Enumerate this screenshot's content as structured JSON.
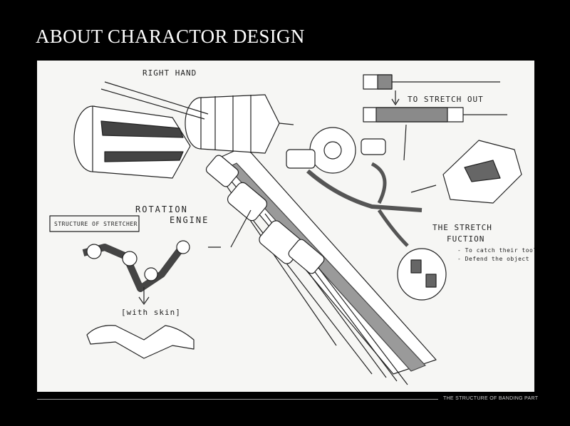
{
  "page": {
    "title": "ABOUT CHARACTOR DESIGN",
    "footer": "THE STRUCTURE OF BANDING PART"
  },
  "sketch": {
    "labels": {
      "right_hand": "RIGHT HAND",
      "to_stretch_out": "TO STRETCH OUT",
      "rotation": "ROTATION",
      "engine": "ENGINE",
      "structure_of_stretcher": "STRUCTURE OF STRETCHER",
      "stretch_fuction_line1": "THE STRETCH",
      "stretch_fuction_line2": "FUCTION",
      "note_1": "- To catch their tools",
      "note_2": "- Defend the object",
      "with_skin": "[with skin]"
    }
  },
  "colors": {
    "background": "#000000",
    "paper": "#f6f6f4",
    "ink": "#222222",
    "tone": "#8a8a8a"
  }
}
